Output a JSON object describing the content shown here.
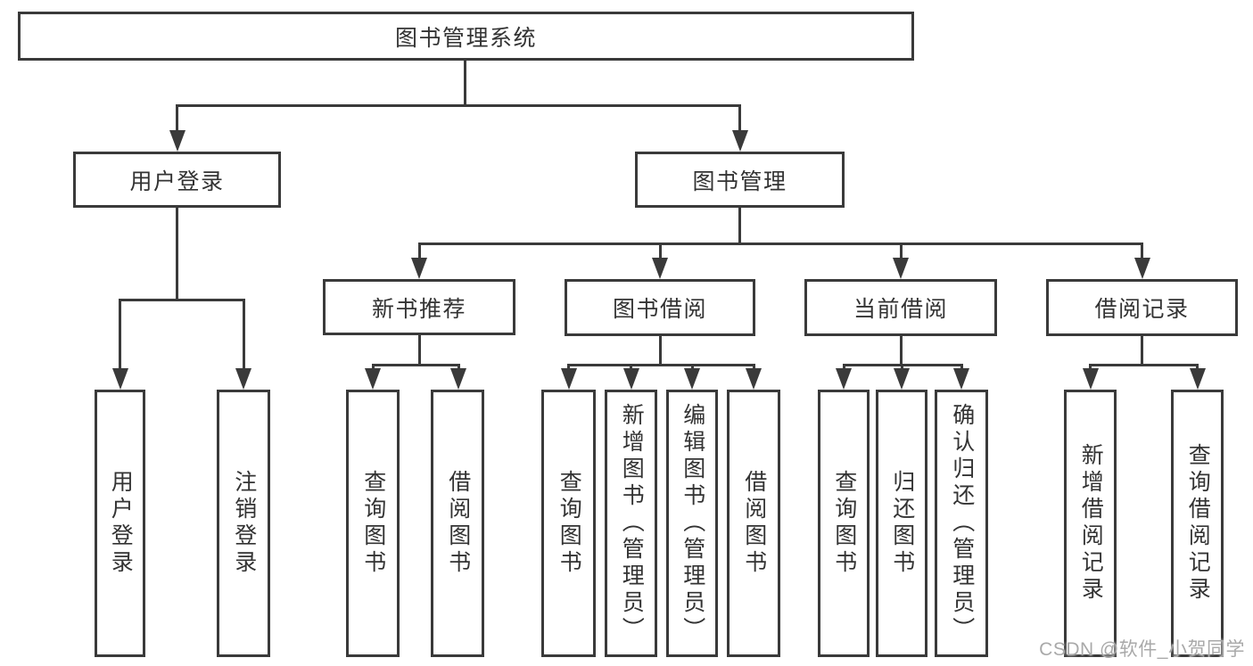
{
  "colors": {
    "line": "#3a3a3a",
    "text": "#333333",
    "background": "#ffffff",
    "watermark": "#a9a9a9"
  },
  "nodes": {
    "root": {
      "label": "图书管理系统"
    },
    "user_login": {
      "label": "用户登录"
    },
    "book_mgmt": {
      "label": "图书管理"
    },
    "new_book_rec": {
      "label": "新书推荐"
    },
    "book_borrow": {
      "label": "图书借阅"
    },
    "current_borrow": {
      "label": "当前借阅"
    },
    "borrow_record": {
      "label": "借阅记录"
    },
    "leaf_user_login": {
      "label": "用户登录"
    },
    "leaf_logout": {
      "label": "注销登录"
    },
    "leaf_nbr_query": {
      "label": "查询图书"
    },
    "leaf_nbr_borrow": {
      "label": "借阅图书"
    },
    "leaf_bb_query": {
      "label": "查询图书"
    },
    "leaf_bb_add": {
      "label": "新增图书（管理员）"
    },
    "leaf_bb_edit": {
      "label": "编辑图书（管理员）"
    },
    "leaf_bb_borrow": {
      "label": "借阅图书"
    },
    "leaf_cb_query": {
      "label": "查询图书"
    },
    "leaf_cb_return": {
      "label": "归还图书"
    },
    "leaf_cb_confirm": {
      "label": "确认归还（管理员）"
    },
    "leaf_br_add": {
      "label": "新增借阅记录"
    },
    "leaf_br_query": {
      "label": "查询借阅记录"
    }
  },
  "edges": [
    {
      "from": "图书管理系统",
      "to": "用户登录"
    },
    {
      "from": "图书管理系统",
      "to": "图书管理"
    },
    {
      "from": "用户登录",
      "to": "用户登录"
    },
    {
      "from": "用户登录",
      "to": "注销登录"
    },
    {
      "from": "图书管理",
      "to": "新书推荐"
    },
    {
      "from": "图书管理",
      "to": "图书借阅"
    },
    {
      "from": "图书管理",
      "to": "当前借阅"
    },
    {
      "from": "图书管理",
      "to": "借阅记录"
    },
    {
      "from": "新书推荐",
      "to": "查询图书"
    },
    {
      "from": "新书推荐",
      "to": "借阅图书"
    },
    {
      "from": "图书借阅",
      "to": "查询图书"
    },
    {
      "from": "图书借阅",
      "to": "新增图书（管理员）"
    },
    {
      "from": "图书借阅",
      "to": "编辑图书（管理员）"
    },
    {
      "from": "图书借阅",
      "to": "借阅图书"
    },
    {
      "from": "当前借阅",
      "to": "查询图书"
    },
    {
      "from": "当前借阅",
      "to": "归还图书"
    },
    {
      "from": "当前借阅",
      "to": "确认归还（管理员）"
    },
    {
      "from": "借阅记录",
      "to": "新增借阅记录"
    },
    {
      "from": "借阅记录",
      "to": "查询借阅记录"
    }
  ],
  "watermark": {
    "text": "CSDN @软件_小贺同学"
  }
}
